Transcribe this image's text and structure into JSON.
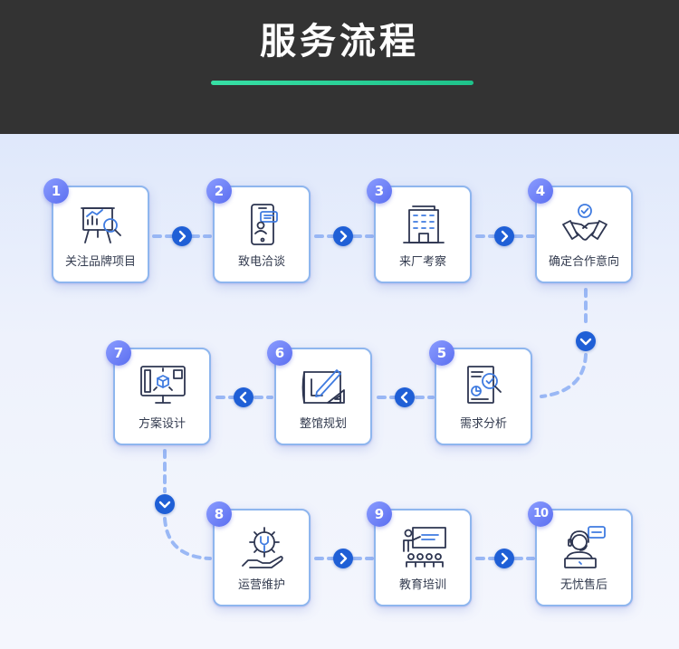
{
  "header": {
    "title": "服务流程"
  },
  "colors": {
    "header_bg": "#333333",
    "accent_green": "#2fd29a",
    "badge": "#6b7cf5",
    "arrow": "#1f5fd6",
    "connector": "#9ab8f5"
  },
  "steps": [
    {
      "num": "1",
      "label": "关注品牌项目",
      "icon": "presentation-analytics-icon"
    },
    {
      "num": "2",
      "label": "致电洽谈",
      "icon": "phone-call-icon"
    },
    {
      "num": "3",
      "label": "来厂考察",
      "icon": "factory-building-icon"
    },
    {
      "num": "4",
      "label": "确定合作意向",
      "icon": "handshake-icon"
    },
    {
      "num": "5",
      "label": "需求分析",
      "icon": "document-search-icon"
    },
    {
      "num": "6",
      "label": "整馆规划",
      "icon": "blueprint-icon"
    },
    {
      "num": "7",
      "label": "方案设计",
      "icon": "monitor-design-icon"
    },
    {
      "num": "8",
      "label": "运营维护",
      "icon": "gear-maintenance-icon"
    },
    {
      "num": "9",
      "label": "教育培训",
      "icon": "training-class-icon"
    },
    {
      "num": "10",
      "label": "无忧售后",
      "icon": "customer-service-icon"
    }
  ]
}
